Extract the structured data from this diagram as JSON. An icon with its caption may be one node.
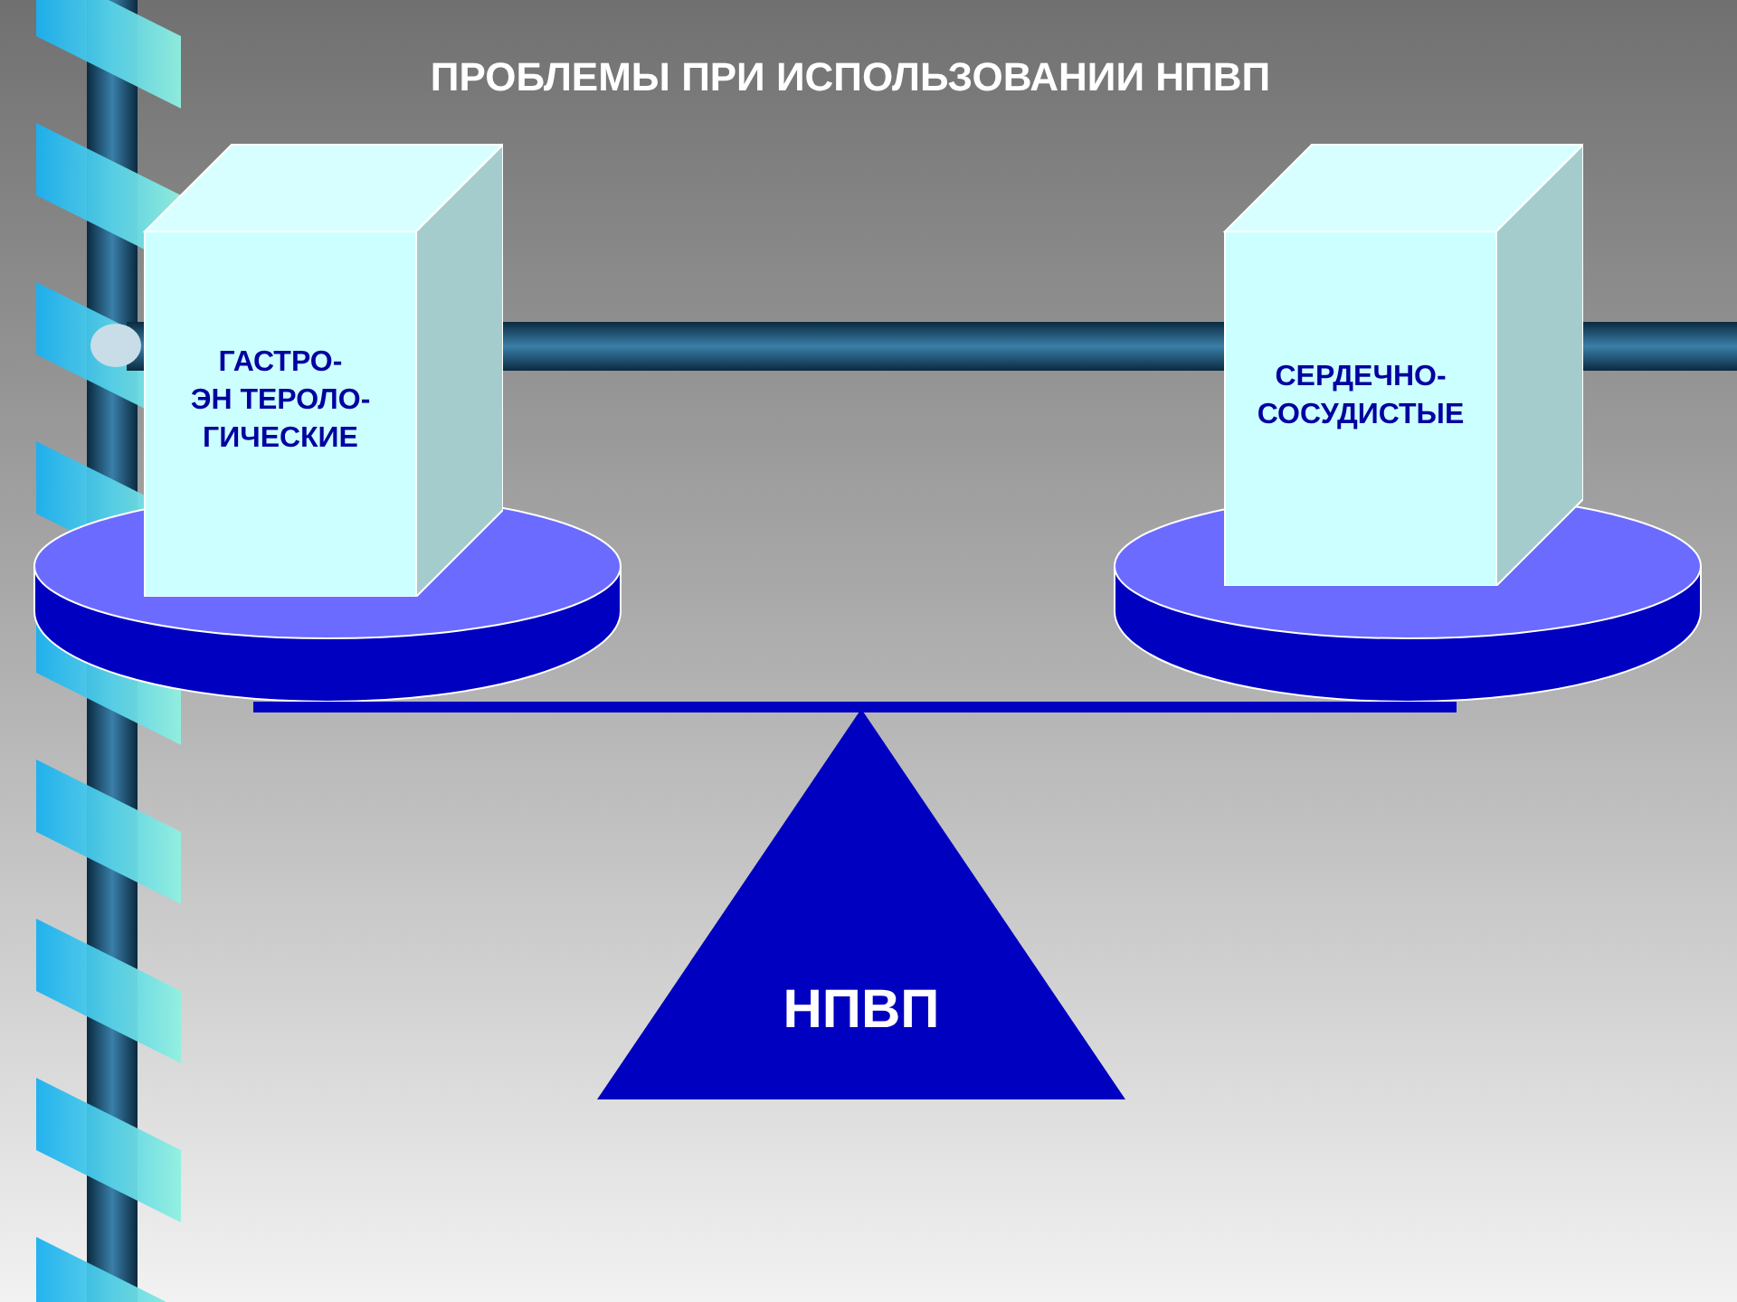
{
  "diagram": {
    "title": "ПРОБЛЕМЫ ПРИ ИСПОЛЬЗОВАНИИ НПВП",
    "nodes": [
      {
        "text": [
          "ГАСТРО- ЭН ТЕРОЛО- ГИЧЕСКИЕ"
        ]
      },
      {
        "text": [
          "СЕРДЕЧНО- СОСУДИСТЫЕ"
        ]
      },
      {
        "text": [
          "НПВП"
        ]
      }
    ],
    "edges": []
  }
}
